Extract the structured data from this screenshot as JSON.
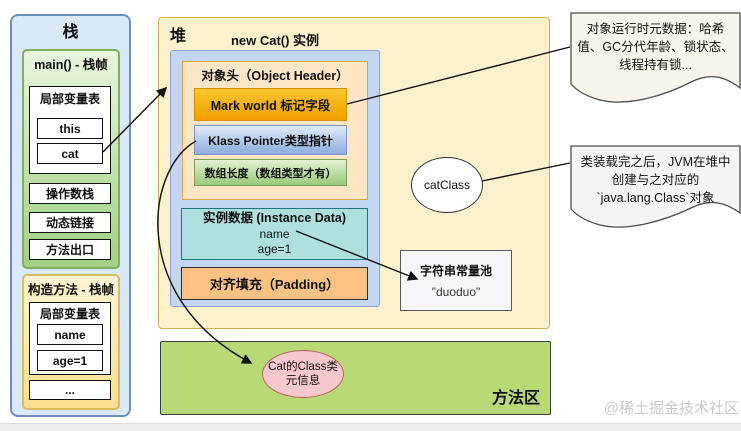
{
  "stack": {
    "title": "栈",
    "main_frame": {
      "title": "main() - 栈帧",
      "local_var_table": "局部变量表",
      "vars": [
        "this",
        "cat"
      ],
      "operand_stack": "操作数栈",
      "dynamic_link": "动态链接",
      "method_exit": "方法出口"
    },
    "ctor_frame": {
      "title": "构造方法 - 栈帧",
      "local_var_table": "局部变量表",
      "vars": [
        "name",
        "age=1"
      ],
      "more": "..."
    }
  },
  "heap": {
    "title": "堆",
    "instance_title": "new Cat() 实例",
    "object_header": {
      "title": "对象头（Object Header）",
      "mark_word": "Mark world 标记字段",
      "klass_pointer": "Klass Pointer类型指针",
      "array_length": "数组长度（数组类型才有）"
    },
    "instance_data": {
      "title": "实例数据 (Instance Data)",
      "fields": [
        "name",
        "age=1"
      ]
    },
    "padding": "对齐填充（Padding）",
    "cat_class_ref": "catClass",
    "string_pool": {
      "title": "字符串常量池",
      "value": "\"duoduo\""
    }
  },
  "method_area": {
    "title": "方法区",
    "class_meta": "Cat的Class类元信息"
  },
  "notes": {
    "object_runtime_meta": "对象运行时元数据：哈希值、GC分代年龄、锁状态、线程持有锁...",
    "class_loaded": "类装载完之后，JVM在堆中创建与之对应的`java.lang.Class`对象"
  },
  "watermark": "@稀土掘金技术社区",
  "colors": {
    "stack_fill": "#d9e9f8",
    "stack_border": "#6c8ebf",
    "heap_fill": "#fcf1cd",
    "method_area_fill": "#b9d977",
    "mark_word_fill": "#f5ab0c",
    "klass_pointer_fill": "#8cadde",
    "array_length_fill": "#a3cf85",
    "instance_data_fill": "#aee1de",
    "padding_fill": "#fcc282",
    "class_meta_fill": "#f8c8cd"
  }
}
